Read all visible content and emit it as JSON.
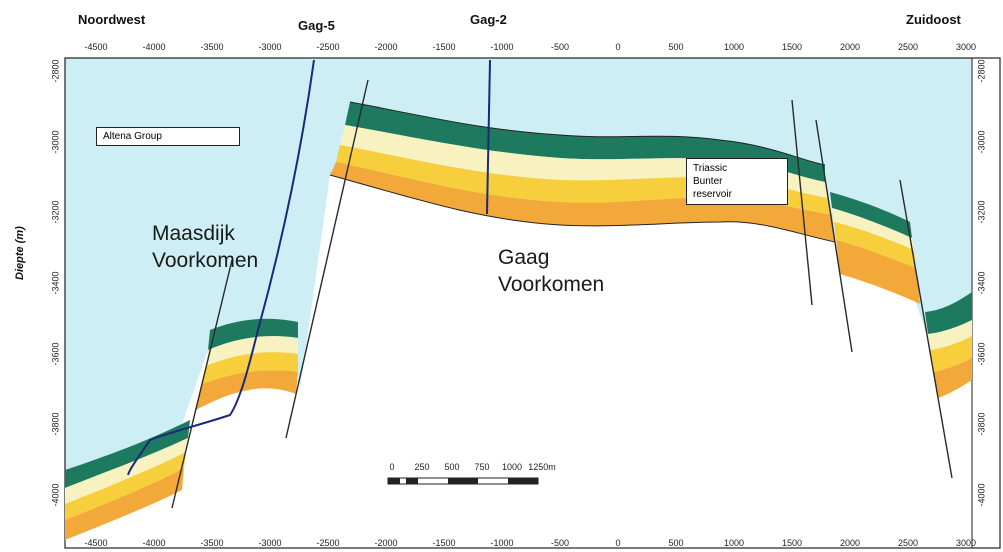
{
  "header": {
    "left_title": "Noordwest",
    "right_title": "Zuidoost",
    "well_1": "Gag-5",
    "well_2": "Gag-2"
  },
  "x_ticks": [
    "-4500",
    "-4000",
    "-3500",
    "-3000",
    "-2500",
    "-2000",
    "-1500",
    "-1000",
    "-500",
    "0",
    "500",
    "1000",
    "1500",
    "2000",
    "2500",
    "3000"
  ],
  "y_ticks": [
    "-2800",
    "-3000",
    "-3200",
    "-3400",
    "-3600",
    "-3800",
    "-4000"
  ],
  "y_axis_label": "Diepte (m)",
  "labels": {
    "altena": "Altena Group",
    "maasdijk_1": "Maasdijk",
    "maasdijk_2": "Voorkomen",
    "gaag_1": "Gaag",
    "gaag_2": "Voorkomen",
    "triassic_1": "Triassic",
    "triassic_2": "Bunter",
    "triassic_3": "reservoir"
  },
  "scale_bar": {
    "ticks": [
      "0",
      "250",
      "500",
      "750",
      "1000",
      "1250m"
    ]
  },
  "colors": {
    "sky": "#cdeef5",
    "green": "#1e7a5f",
    "cream": "#f7f2c0",
    "yellow": "#f7cf3c",
    "orange": "#f3a93a",
    "fault": "#2a2a2a",
    "well": "#1a2a7a"
  }
}
